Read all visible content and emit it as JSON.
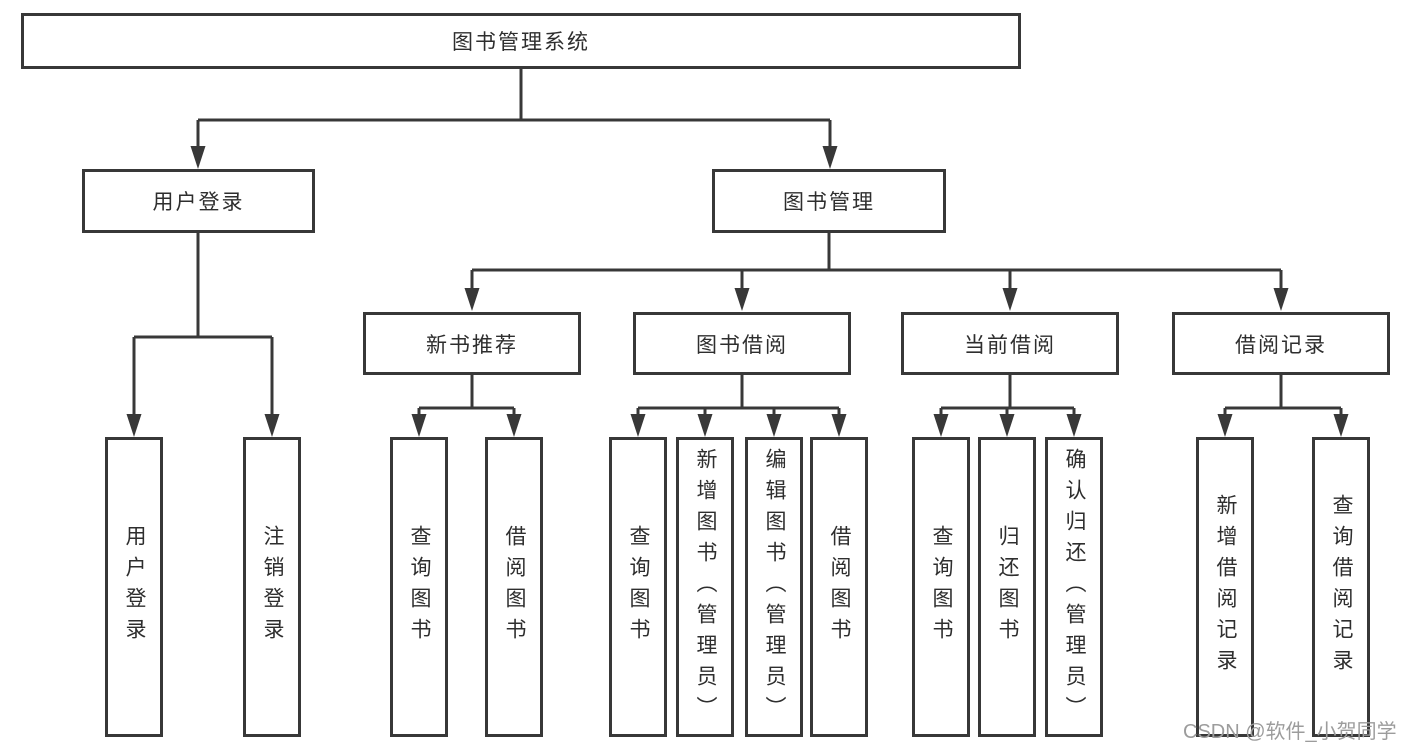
{
  "diagram": {
    "title": "图书管理系统",
    "colors": {
      "line": "#383838",
      "box_border": "#383838",
      "text": "#2e2e2e",
      "watermark": "#9c9c9c",
      "background": "#ffffff"
    },
    "nodes": {
      "root": "图书管理系统",
      "userLogin": "用户登录",
      "bookManagement": "图书管理",
      "newBookRecommend": "新书推荐",
      "bookBorrow": "图书借阅",
      "currentBorrow": "当前借阅",
      "borrowRecord": "借阅记录",
      "leafUserLogin": "用户登录",
      "leafLogout": "注销登录",
      "leafQueryBook1": "查询图书",
      "leafBorrowBook1": "借阅图书",
      "leafQueryBook2": "查询图书",
      "leafAddBook": "新增图书（管理员）",
      "leafEditBook": "编辑图书（管理员）",
      "leafBorrowBook2": "借阅图书",
      "leafQueryBook3": "查询图书",
      "leafReturnBook": "归还图书",
      "leafConfirmReturn": "确认归还（管理员）",
      "leafAddBorrowRecord": "新增借阅记录",
      "leafQueryBorrowRecord": "查询借阅记录"
    },
    "tree": {
      "图书管理系统": {
        "用户登录": [
          "用户登录",
          "注销登录"
        ],
        "图书管理": {
          "新书推荐": [
            "查询图书",
            "借阅图书"
          ],
          "图书借阅": [
            "查询图书",
            "新增图书（管理员）",
            "编辑图书（管理员）",
            "借阅图书"
          ],
          "当前借阅": [
            "查询图书",
            "归还图书",
            "确认归还（管理员）"
          ],
          "借阅记录": [
            "新增借阅记录",
            "查询借阅记录"
          ]
        }
      }
    },
    "watermark": "CSDN @软件_小贺同学"
  }
}
